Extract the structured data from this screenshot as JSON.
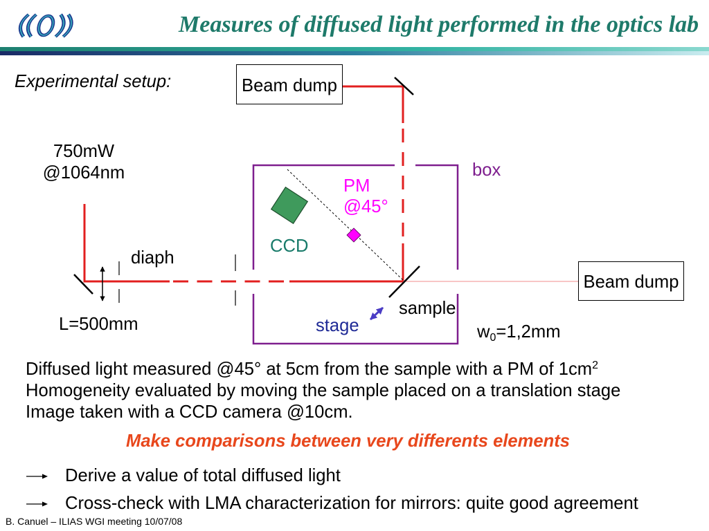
{
  "slide": {
    "title": "Measures of diffused light performed in the optics lab",
    "section_label": "Experimental setup:",
    "footer": "B. Canuel – ILIAS WGI meeting 10/07/08"
  },
  "diagram": {
    "beam_dump_top": "Beam dump",
    "beam_dump_right": "Beam dump",
    "laser": {
      "power": "750mW",
      "wavelength": "@1064nm"
    },
    "diaph": "diaph",
    "distance": "L=500mm",
    "box": "box",
    "pm": {
      "label": "PM",
      "angle": "@45°"
    },
    "ccd": "CCD",
    "sample": "sample",
    "stage": "stage",
    "waist": {
      "symbol": "w",
      "subscript": "0",
      "value": "=1,2mm"
    }
  },
  "body": {
    "lines": [
      {
        "text": "Diffused light measured @45° at 5cm from the sample with a PM of 1cm",
        "superscript": "2"
      },
      {
        "text": "Homogeneity evaluated by moving the sample placed on a translation stage"
      },
      {
        "text": "Image taken with a CCD camera @10cm."
      }
    ],
    "highlight": "Make comparisons between very differents elements",
    "conclusions": [
      {
        "icon": "arrow-right-icon",
        "text": "Derive a value of total diffused light"
      },
      {
        "icon": "arrow-right-icon",
        "text": "Cross-check with LMA characterization for mirrors: quite good agreement"
      }
    ]
  },
  "colors": {
    "title": "#1e7a6a",
    "logo": "#1c3c90",
    "beam": "#e21f1f",
    "beam_transmitted": "#f3a3a3",
    "box": "#7e1e8e",
    "pm": "#ff00ff",
    "ccd": "#3f9a5c",
    "ccd_label": "#177a69",
    "stage": "#1f2a96",
    "stage_arrow": "#4a3cc4",
    "highlight": "#e8471c"
  }
}
